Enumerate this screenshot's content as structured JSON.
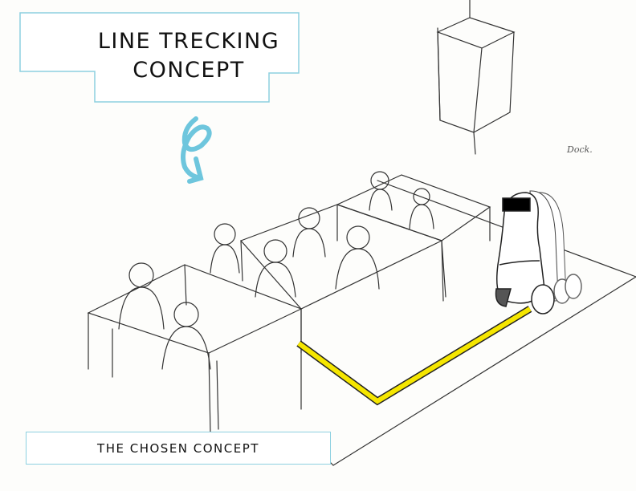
{
  "title": {
    "line1": "LINE TRECKING",
    "line2": "CONCEPT"
  },
  "caption": "THE CHOSEN CONCEPT",
  "sketch_label": "Dock.",
  "colors": {
    "accent": "#8dd0e0",
    "arrow": "#6ec6dd",
    "line_path": "#f5e600",
    "ink": "#222222"
  }
}
